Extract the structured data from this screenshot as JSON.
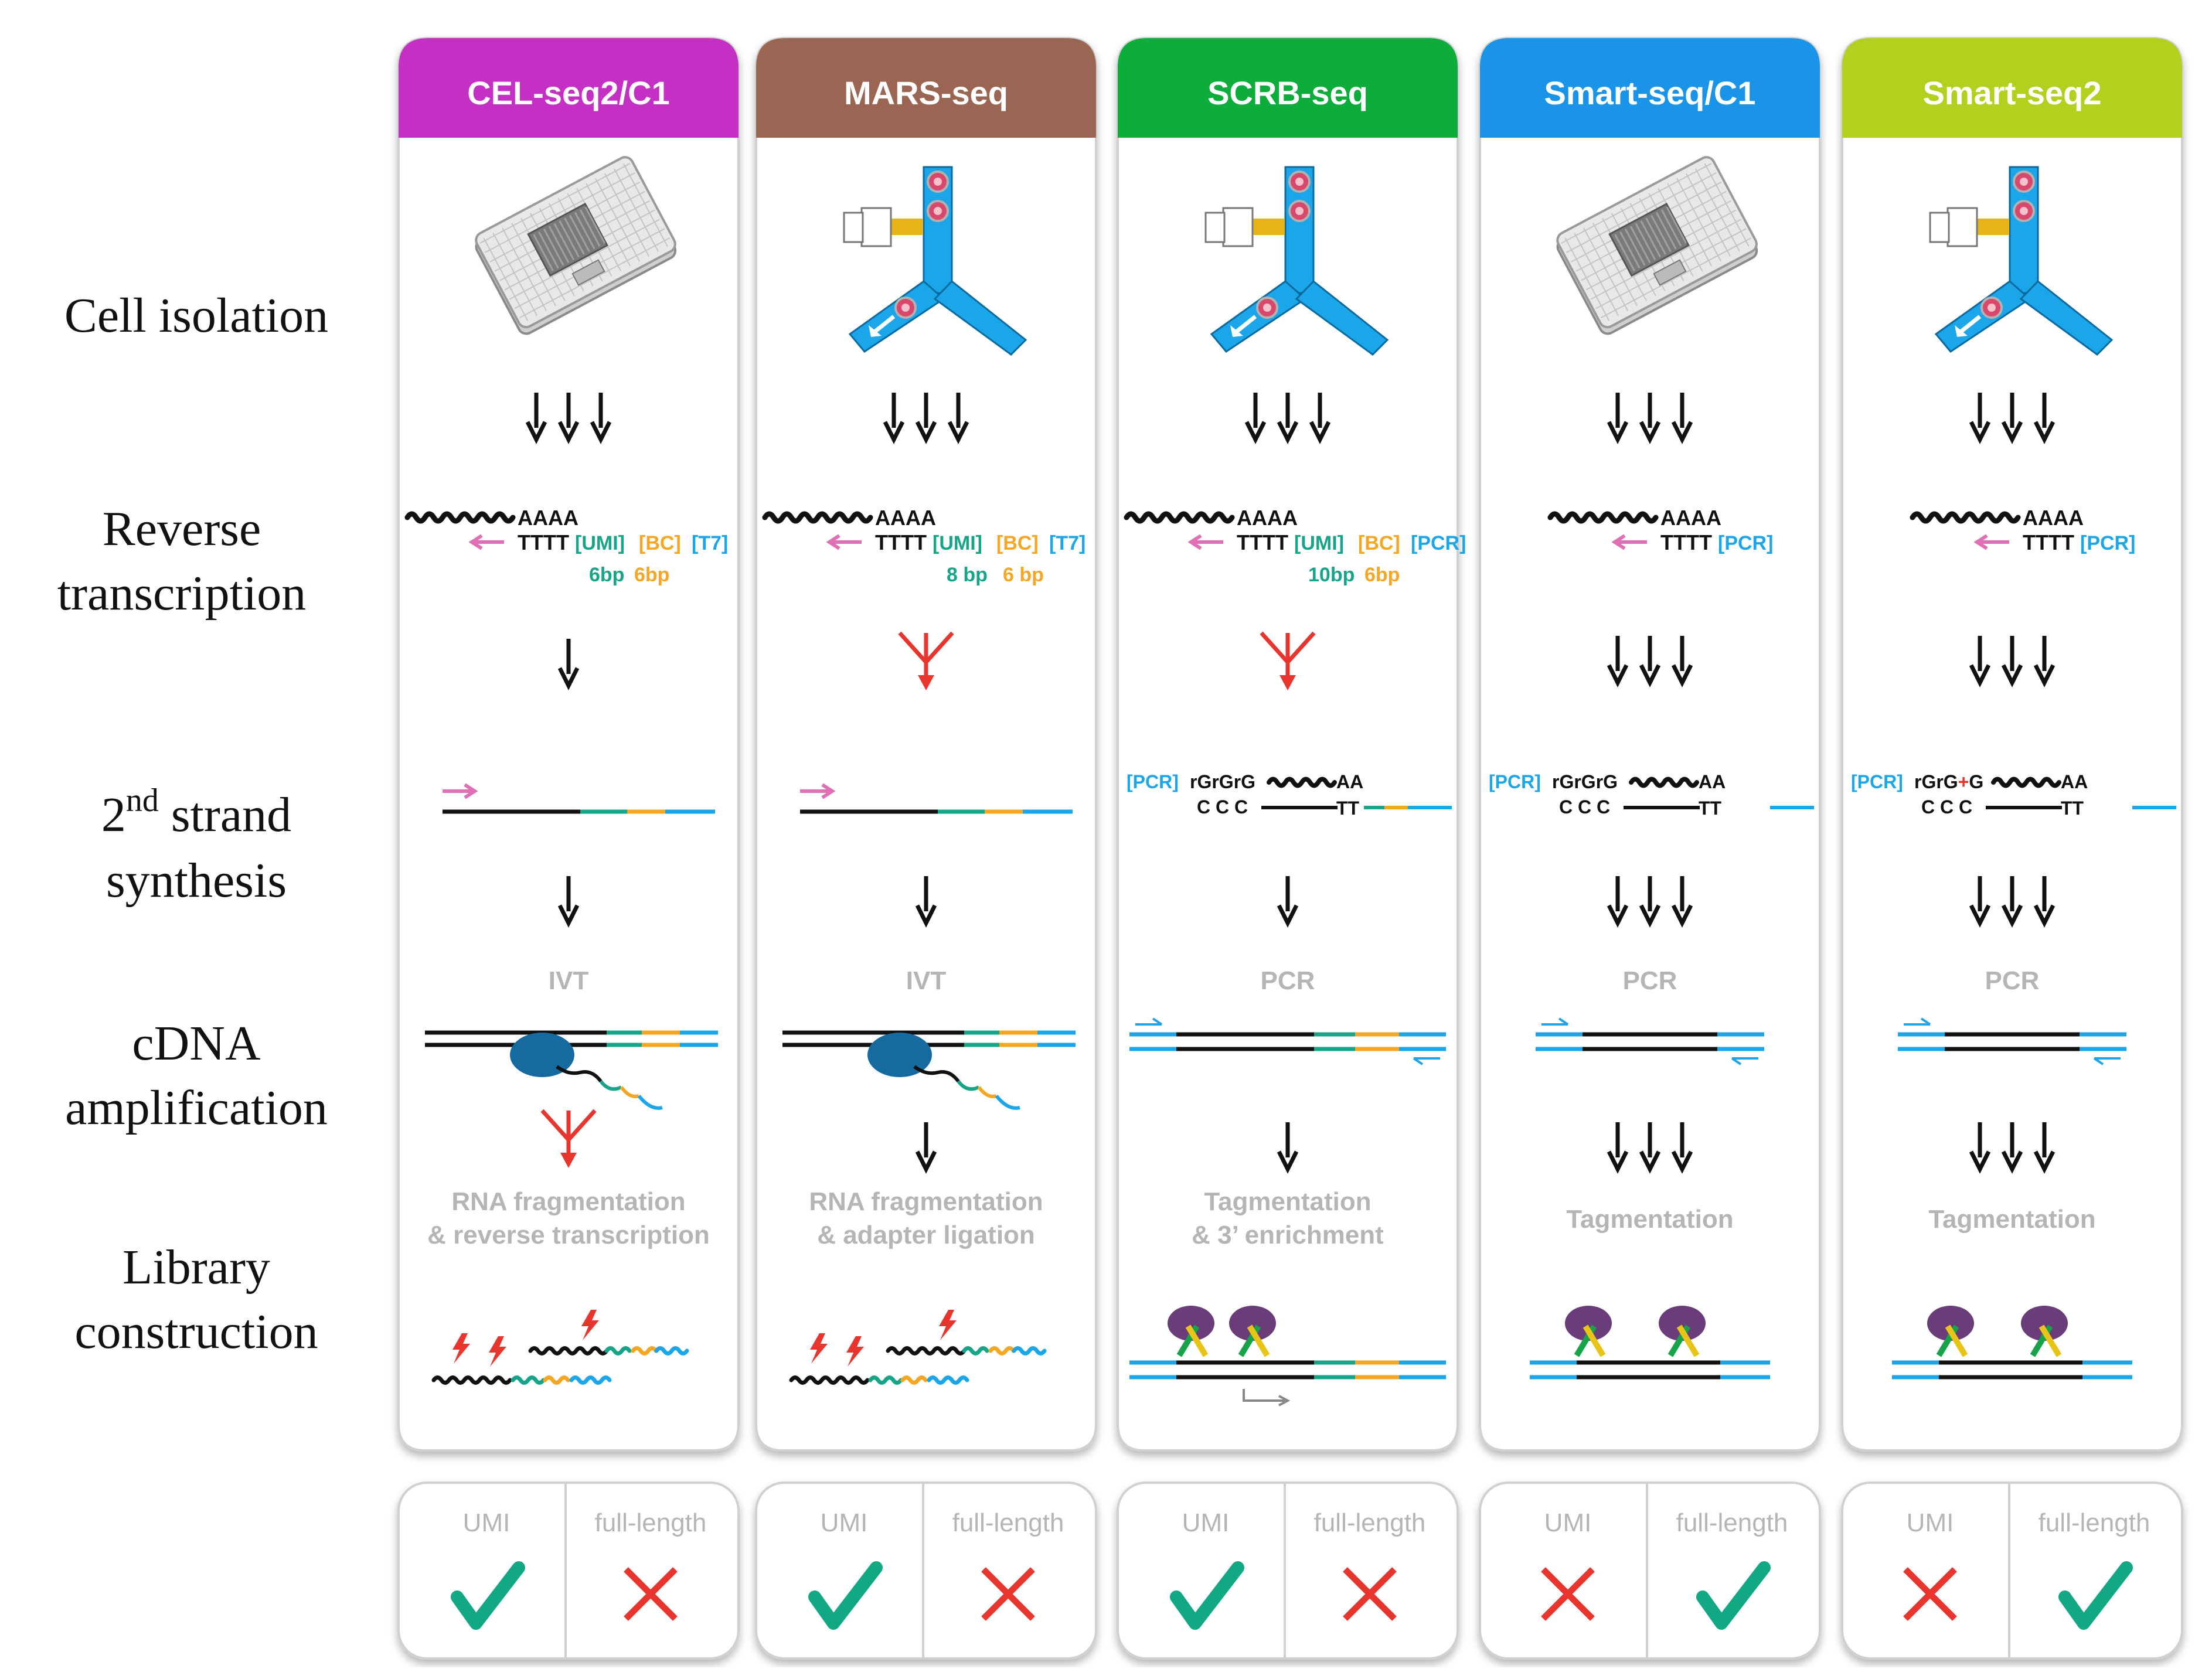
{
  "row_labels": {
    "cell_isolation": [
      "Cell isolation"
    ],
    "reverse_transcription": [
      "Reverse",
      "transcription"
    ],
    "second_strand": {
      "line1_num": "2",
      "line1_sup": "nd",
      "line1_rest": " strand",
      "line2": "synthesis"
    },
    "cdna_amplification": [
      "cDNA",
      "amplification"
    ],
    "library_construction": [
      "Library",
      "construction"
    ]
  },
  "methods": [
    {
      "name": "CEL-seq2/C1",
      "color": "#c42fc4",
      "isolation": "chip",
      "rt": {
        "polyA": "AAAA",
        "oligo": "TTTT",
        "tags": [
          {
            "t": "[UMI]",
            "c": "#17a589"
          },
          {
            "t": "[BC]",
            "c": "#f5a623"
          },
          {
            "t": "[T7]",
            "c": "#1aa6e8"
          }
        ],
        "sizes": [
          {
            "t": "6bp",
            "c": "#17a589"
          },
          {
            "t": "6bp",
            "c": "#f5a623"
          }
        ]
      },
      "after_rt_arrows": 1,
      "after_rt_red": false,
      "ss": {
        "style": "ivt"
      },
      "after_ss_arrows": 1,
      "amp_label": "IVT",
      "amp_style": "ivt",
      "after_amp_arrows": 0,
      "after_amp_red": true,
      "lib_label": [
        "RNA fragmentation",
        "& reverse transcription"
      ],
      "lib_style": "rna",
      "umi": true,
      "full_length": false
    },
    {
      "name": "MARS-seq",
      "color": "#9a6552",
      "isolation": "facs",
      "rt": {
        "polyA": "AAAA",
        "oligo": "TTTT",
        "tags": [
          {
            "t": "[UMI]",
            "c": "#17a589"
          },
          {
            "t": "[BC]",
            "c": "#f5a623"
          },
          {
            "t": "[T7]",
            "c": "#1aa6e8"
          }
        ],
        "sizes": [
          {
            "t": "8 bp",
            "c": "#17a589"
          },
          {
            "t": "6 bp",
            "c": "#f5a623"
          }
        ]
      },
      "after_rt_arrows": 0,
      "after_rt_red": true,
      "ss": {
        "style": "ivt"
      },
      "after_ss_arrows": 1,
      "amp_label": "IVT",
      "amp_style": "ivt",
      "after_amp_arrows": 1,
      "after_amp_red": false,
      "lib_label": [
        "RNA fragmentation",
        "& adapter ligation"
      ],
      "lib_style": "rna",
      "umi": true,
      "full_length": false
    },
    {
      "name": "SCRB-seq",
      "color": "#0dad3c",
      "isolation": "facs",
      "rt": {
        "polyA": "AAAA",
        "oligo": "TTTT",
        "tags": [
          {
            "t": "[UMI]",
            "c": "#17a589"
          },
          {
            "t": "[BC]",
            "c": "#f5a623"
          },
          {
            "t": "[PCR]",
            "c": "#1aa6e8"
          }
        ],
        "sizes": [
          {
            "t": "10bp",
            "c": "#17a589"
          },
          {
            "t": "6bp",
            "c": "#f5a623"
          }
        ]
      },
      "after_rt_arrows": 0,
      "after_rt_red": true,
      "ss": {
        "style": "pcr",
        "pcr": "[PCR]",
        "rg": "rGrGrG",
        "ccc": "C C C",
        "aa": "AA",
        "tt": "TT",
        "tags": true
      },
      "after_ss_arrows": 1,
      "amp_label": "PCR",
      "amp_style": "pcr_tags",
      "after_amp_arrows": 1,
      "after_amp_red": false,
      "lib_label": [
        "Tagmentation",
        "& 3’ enrichment"
      ],
      "lib_style": "tag_tags",
      "umi": true,
      "full_length": false
    },
    {
      "name": "Smart-seq/C1",
      "color": "#1a94e8",
      "isolation": "chip",
      "rt": {
        "polyA": "AAAA",
        "oligo": "TTTT",
        "tags": [
          {
            "t": "[PCR]",
            "c": "#1aa6e8"
          }
        ],
        "sizes": []
      },
      "after_rt_arrows": 3,
      "after_rt_red": false,
      "ss": {
        "style": "pcr",
        "pcr": "[PCR]",
        "rg": "rGrGrG",
        "ccc": "C C C",
        "aa": "AA",
        "tt": "TT",
        "tags": false
      },
      "after_ss_arrows": 3,
      "amp_label": "PCR",
      "amp_style": "pcr",
      "after_amp_arrows": 3,
      "after_amp_red": false,
      "lib_label": [
        "Tagmentation"
      ],
      "lib_style": "tag",
      "umi": false,
      "full_length": true
    },
    {
      "name": "Smart-seq2",
      "color": "#b5cf1f",
      "isolation": "facs",
      "rt": {
        "polyA": "AAAA",
        "oligo": "TTTT",
        "tags": [
          {
            "t": "[PCR]",
            "c": "#1aa6e8"
          }
        ],
        "sizes": []
      },
      "after_rt_arrows": 3,
      "after_rt_red": false,
      "ss": {
        "style": "pcr",
        "pcr": "[PCR]",
        "rg": "rGrG+G",
        "ccc": "C C C",
        "aa": "AA",
        "tt": "TT",
        "tags": false,
        "lna": true
      },
      "after_ss_arrows": 3,
      "amp_label": "PCR",
      "amp_style": "pcr",
      "after_amp_arrows": 3,
      "after_amp_red": false,
      "lib_label": [
        "Tagmentation"
      ],
      "lib_style": "tag",
      "umi": false,
      "full_length": true
    }
  ],
  "feature_headers": [
    "UMI",
    "full-length"
  ],
  "colors": {
    "umi_green": "#17a589",
    "bc_orange": "#f5a623",
    "pcr_blue": "#1aa6e8",
    "red": "#e8352d",
    "pink": "#e06fb5",
    "check": "#12a884",
    "label_gray": "#b5b5b5",
    "tn5_purple": "#6a3d7a"
  }
}
